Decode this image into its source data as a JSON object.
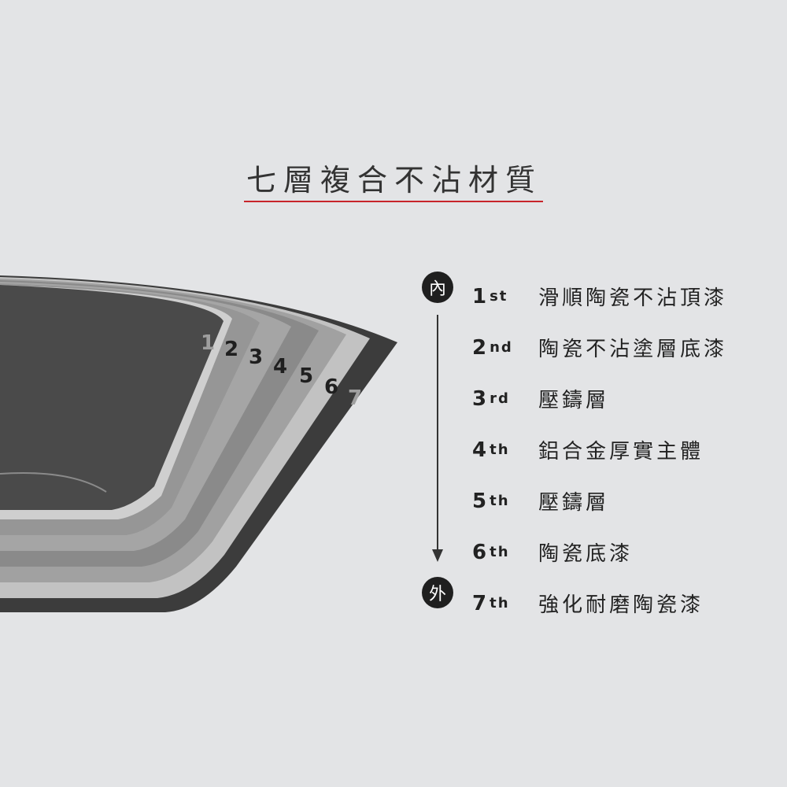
{
  "title": "七層複合不沾材質",
  "badges": {
    "inner": "內",
    "outer": "外"
  },
  "diagram_numbers": [
    "1",
    "2",
    "3",
    "4",
    "5",
    "6",
    "7"
  ],
  "layers": [
    {
      "num": "1",
      "suffix": "st",
      "label": "滑順陶瓷不沾頂漆"
    },
    {
      "num": "2",
      "suffix": "nd",
      "label": "陶瓷不沾塗層底漆"
    },
    {
      "num": "3",
      "suffix": "rd",
      "label": "壓鑄層"
    },
    {
      "num": "4",
      "suffix": "th",
      "label": "鋁合金厚實主體"
    },
    {
      "num": "5",
      "suffix": "th",
      "label": "壓鑄層"
    },
    {
      "num": "6",
      "suffix": "th",
      "label": "陶瓷底漆"
    },
    {
      "num": "7",
      "suffix": "th",
      "label": "強化耐磨陶瓷漆"
    }
  ],
  "colors": {
    "background": "#e3e4e6",
    "accent_line": "#c8242a",
    "outer_coat": "#3c3c3c",
    "inner_cavity": "#4a4a4a"
  }
}
